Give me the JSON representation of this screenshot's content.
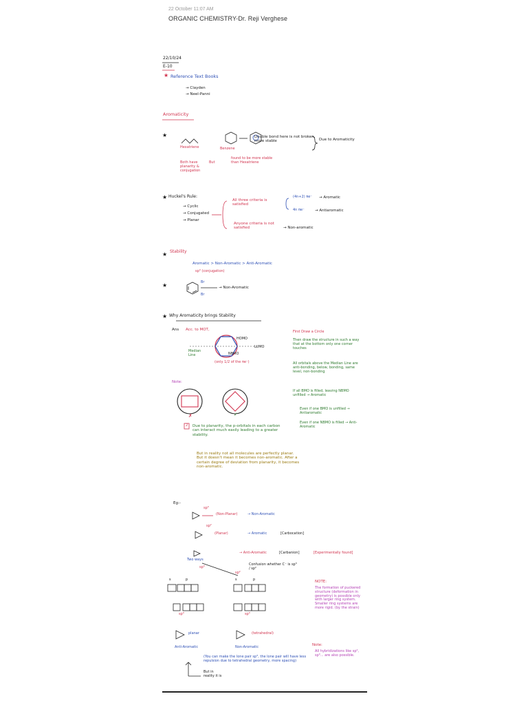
{
  "header": {
    "date": "22 October 11:07 AM",
    "title": "ORGANIC CHEMISTRY-Dr. Reji Verghese"
  },
  "notes": {
    "date": "22/10/24",
    "code": "E-10",
    "reference": {
      "heading": "Reference Text Books",
      "books": [
        "→ Clayden",
        "→ Neel-Panni"
      ]
    },
    "aromaticity_heading": "Aromaticity",
    "hexatriene": "Hexatriene",
    "benzene": "Benzene",
    "bond_note": "Double bond here is not broken, more stable",
    "due_to": "Due to Aromaticity",
    "both_have": "Both have planarity & conjugation",
    "found_stable": "found to be more stable than Hexatriene",
    "but": "But",
    "huckel": {
      "title": "Huckel's Rule:",
      "criteria": [
        "→ Cyclic",
        "→ Conjugated",
        "→ Planar"
      ],
      "all_three": "All three criteria is satisfied",
      "pi_4n2": "(4n+2) πe⁻",
      "pi_4n": "4n πe⁻",
      "aromatic": "→ Aromatic",
      "antiaromatic": "→ Antiaromatic",
      "anyone_not": "Anyone criteria is not satisfied",
      "nonaromatic": "→ Non-aromatic"
    },
    "stability": {
      "heading": "Stability",
      "order": "Aromatic > Non-Aromatic > Anti-Aromatic"
    },
    "sp3_label": "sp³ (conjugation)",
    "br": "Br",
    "non_aromatic": "→ Non-Aromatic",
    "why": "Why Aromaticity brings Stability",
    "ans": "Ans",
    "acc_mot": "Acc. to MOT,",
    "homo": "HOMO",
    "lumo": "LUMO",
    "nbmo": "NBMO",
    "median_line": "Median Line",
    "only_pi": "(only 1/2 of the πe⁻)",
    "red_notes": [
      "First Draw a Circle",
      "Then draw the structure in such a way that at the bottom only one corner touches",
      "All orbitals above the Median Line are anti-bonding, below, bonding, same level, non-bonding",
      "If all BMO is filled, leaving NBMO unfilled → Aromatic"
    ],
    "green_notes": [
      "Even if one BMO is unfilled → Antiaromatic",
      "Even if one NBMO is filled → Anti-Aromatic"
    ],
    "note_label": "Note:",
    "cross": "✗",
    "tick": "✓",
    "point2_num": "2",
    "point2_text": "Due to planarity, the p-orbitals in each carbon can interact much easily leading to a greater stability.",
    "point2_olive": "But in reality not all molecules are perfectly planar. But it doesn't mean it becomes non-aromatic. After a certain degree of deviation from planarity, it becomes non-aromatic.",
    "eg": "Eg:-",
    "sp3": "sp³",
    "sp2": "sp²",
    "nonplanar": "(Non-Planar)",
    "planar": "(Planar)",
    "aromatic_arrow": "→ Aromatic",
    "nonaromatic_arrow": "→ Non-Aromatic",
    "carbocation": "[Carbocation]",
    "carbanion": "[Carbanion]",
    "anti_arrow": "→ Anti-Aromatic",
    "experimentally": "[Experimentally found]",
    "two_ways": "Two ways",
    "confusion": "Confusion whether C⁻ is sp³ / sp²",
    "s_label": "s",
    "p_label": "p",
    "box_label": "sp³",
    "planar_small": "planar",
    "tetrahedral": "(tetrahedral)",
    "anti_bottom": "Anti-Aromatic",
    "non_bottom": "Non-Aromatic",
    "note2_label": "NOTE:",
    "note2_text": "The formation of puckered structure (deformation in geometry) is possible only with larger ring system. Smaller ring systems are more rigid. (by the strain)",
    "note3_label": "Note:",
    "note3_text": "All hybridizations like sp², sp³... are also possible.",
    "blue_bottom": "(You can make the lone pair sp³, the lone pair will have less repulsion due to tetrahedral geometry, more spacing)",
    "but_in_reality": "But in reality it is"
  }
}
